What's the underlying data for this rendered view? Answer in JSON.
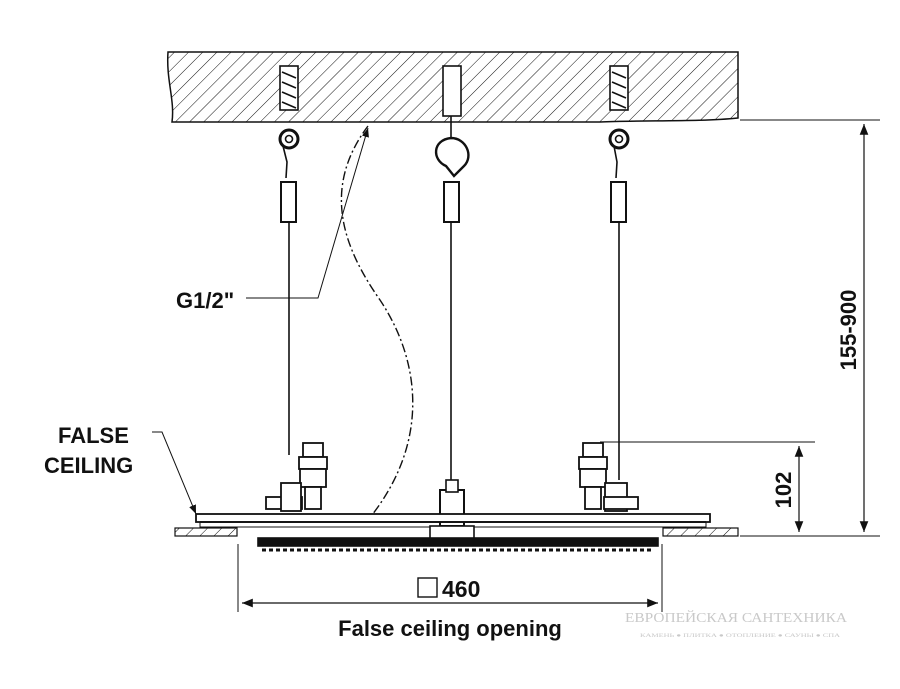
{
  "labels": {
    "pipe_thread": "G1/2\"",
    "false_ceiling_line1": "FALSE",
    "false_ceiling_line2": "CEILING",
    "suspension_range": "155-900",
    "plate_height": "102",
    "opening_size": "460",
    "opening_caption": "False ceiling opening"
  },
  "watermark": {
    "title": "ЕВРОПЕЙСКАЯ САНТЕХНИКА",
    "subtitle": "КАМЕНЬ ● ПЛИТКА ● ОТОПЛЕНИЕ ● САУНЫ ● СПА"
  },
  "colors": {
    "line": "#111111",
    "watermark": "#c9c9c9"
  }
}
